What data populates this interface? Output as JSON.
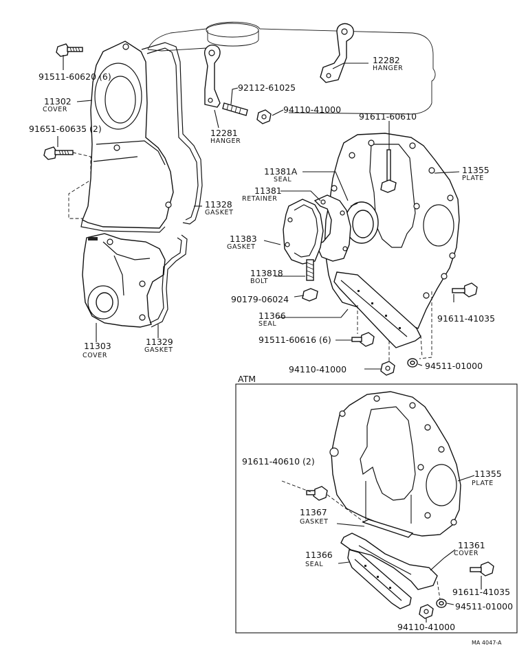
{
  "labels": {
    "p91511_60620": "91511-60620 (6)",
    "p11302": "11302",
    "cover_a": "COVER",
    "p91651_60635": "91651-60635 (2)",
    "p92112_61025": "92112-61025",
    "p94110_41000_a": "94110-41000",
    "p12281": "12281",
    "hanger_a": "HANGER",
    "p12282": "12282",
    "hanger_b": "HANGER",
    "p91611_60610": "91611-60610",
    "p11381a": "11381A",
    "seal_a": "SEAL",
    "p11355_a": "11355",
    "plate_a": "PLATE",
    "p11381": "11381",
    "retainer": "RETAINER",
    "p11328": "11328",
    "gasket_a": "GASKET",
    "p11383": "11383",
    "gasket_b": "GASKET",
    "p113818": "113818",
    "bolt": "BOLT",
    "p90179_06024": "90179-06024",
    "p91611_41035_a": "91611-41035",
    "p11366_a": "11366",
    "seal_b": "SEAL",
    "p11303": "11303",
    "cover_b": "COVER",
    "p11329": "11329",
    "gasket_c": "GASKET",
    "p91511_60616": "91511-60616 (6)",
    "p94110_41000_b": "94110-41000",
    "p94511_01000_a": "94511-01000",
    "atm": "ATM",
    "p91611_40610": "91611-40610 (2)",
    "p11355_b": "11355",
    "plate_b": "PLATE",
    "p11367": "11367",
    "gasket_d": "GASKET",
    "p11361": "11361",
    "cover_c": "COVER",
    "p11366_b": "11366",
    "seal_c": "SEAL",
    "p91611_41035_b": "91611-41035",
    "p94511_01000_b": "94511-01000",
    "p94110_41000_c": "94110-41000",
    "ref": "MA 4047-A"
  }
}
